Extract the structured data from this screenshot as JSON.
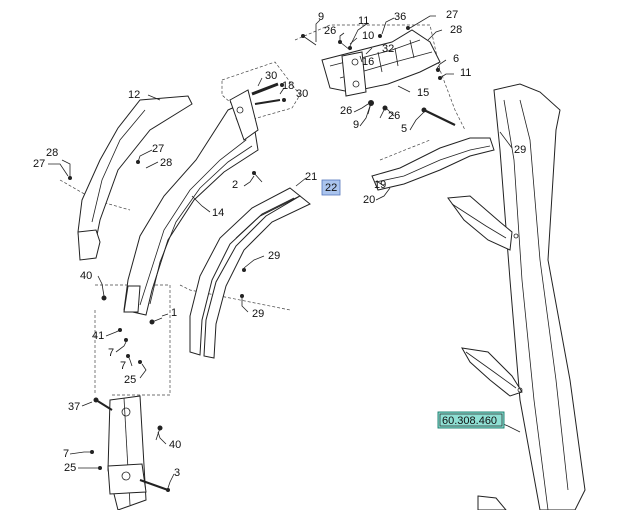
{
  "reference_code": "60.308.460",
  "highlighted_callout": "22",
  "callouts": {
    "c9a": "9",
    "c26a": "26",
    "c11a": "11",
    "c36": "36",
    "c27a": "27",
    "c28a": "28",
    "c10": "10",
    "c32": "32",
    "c6": "6",
    "c11b": "11",
    "c30a": "30",
    "c18": "18",
    "c30b": "30",
    "c16": "16",
    "c15": "15",
    "c26b": "26",
    "c26c": "26",
    "c9b": "9",
    "c5": "5",
    "c12": "12",
    "c28b": "28",
    "c27b": "27",
    "c27c": "27",
    "c28c": "28",
    "c29a": "29",
    "c2": "2",
    "c21": "21",
    "c22": "22",
    "c19": "19",
    "c20": "20",
    "c14": "14",
    "c29b": "29",
    "c40a": "40",
    "c29c": "29",
    "c1": "1",
    "c41": "41",
    "c7a": "7",
    "c7b": "7",
    "c25a": "25",
    "c37": "37",
    "c40b": "40",
    "c7c": "7",
    "c25b": "25",
    "c3": "3"
  }
}
